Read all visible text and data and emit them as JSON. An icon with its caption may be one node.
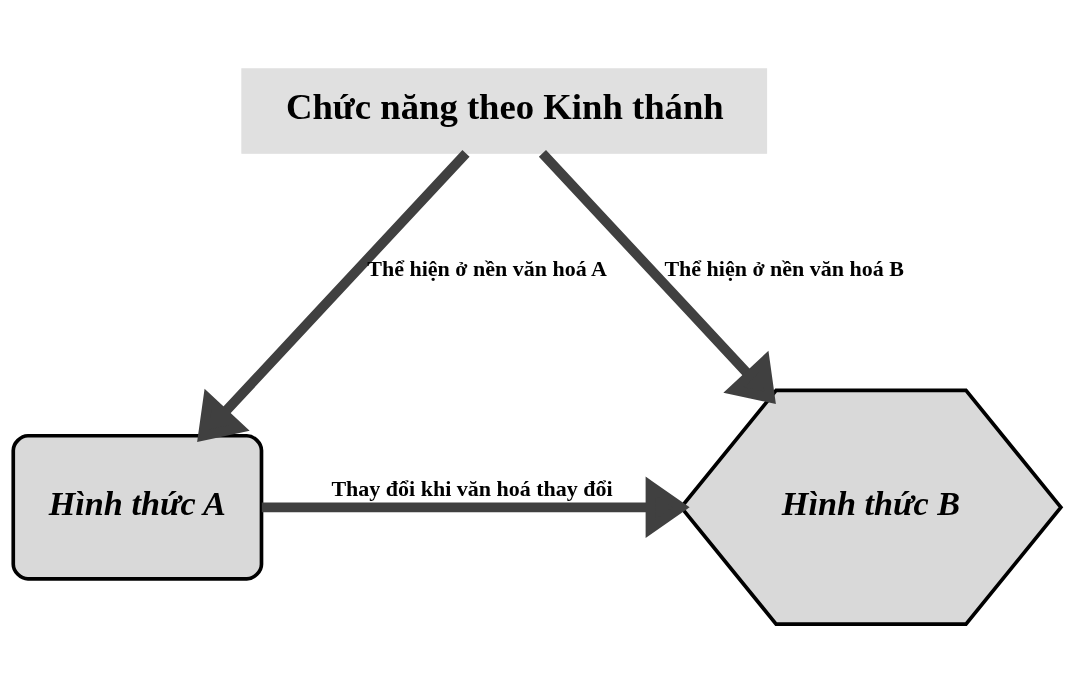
{
  "diagram": {
    "nodes": [
      {
        "text": [
          "Chức năng theo Kinh thánh"
        ]
      },
      {
        "text": [
          "Hình thức A"
        ]
      },
      {
        "text": [
          "Hình thức B"
        ]
      }
    ],
    "edges": [
      {
        "from": 0,
        "to": 1,
        "arrow": "to",
        "label": "Thể hiện ở nền văn hoá A"
      },
      {
        "from": 0,
        "to": 2,
        "arrow": "to",
        "label": "Thể hiện ở nền văn hoá B"
      },
      {
        "from": 1,
        "to": 2,
        "arrow": "to",
        "label": "Thay đổi khi văn hoá thay đổi"
      }
    ]
  }
}
